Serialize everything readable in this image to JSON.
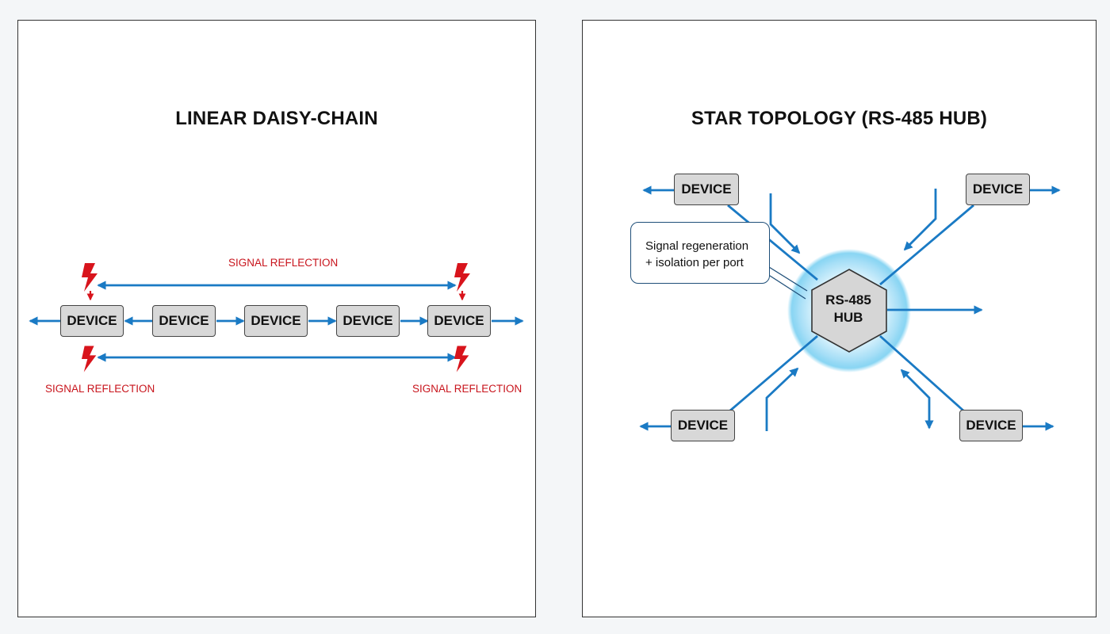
{
  "left_panel": {
    "title": "LINEAR DAISY-CHAIN",
    "devices": [
      "DEVICE",
      "DEVICE",
      "DEVICE",
      "DEVICE",
      "DEVICE"
    ],
    "reflection_labels": [
      "SIGNAL REFLECTION",
      "SIGNAL REFLECTION",
      "SIGNAL REFLECTION"
    ]
  },
  "right_panel": {
    "title": "STAR TOPOLOGY (RS-485 HUB)",
    "devices": [
      "DEVICE",
      "DEVICE",
      "DEVICE",
      "DEVICE"
    ],
    "hub_line1": "RS-485",
    "hub_line2": "HUB",
    "callout_line1": "Signal regeneration",
    "callout_line2": "+ isolation per port"
  },
  "colors": {
    "signal_blue": "#1a7ac4",
    "reflection_red": "#d8141c",
    "device_fill": "#d8d8d8",
    "hub_glow": "#7fd0f2"
  },
  "icons": {
    "reflection": "lightning-bolt-icon",
    "signal": "arrow-icon"
  }
}
